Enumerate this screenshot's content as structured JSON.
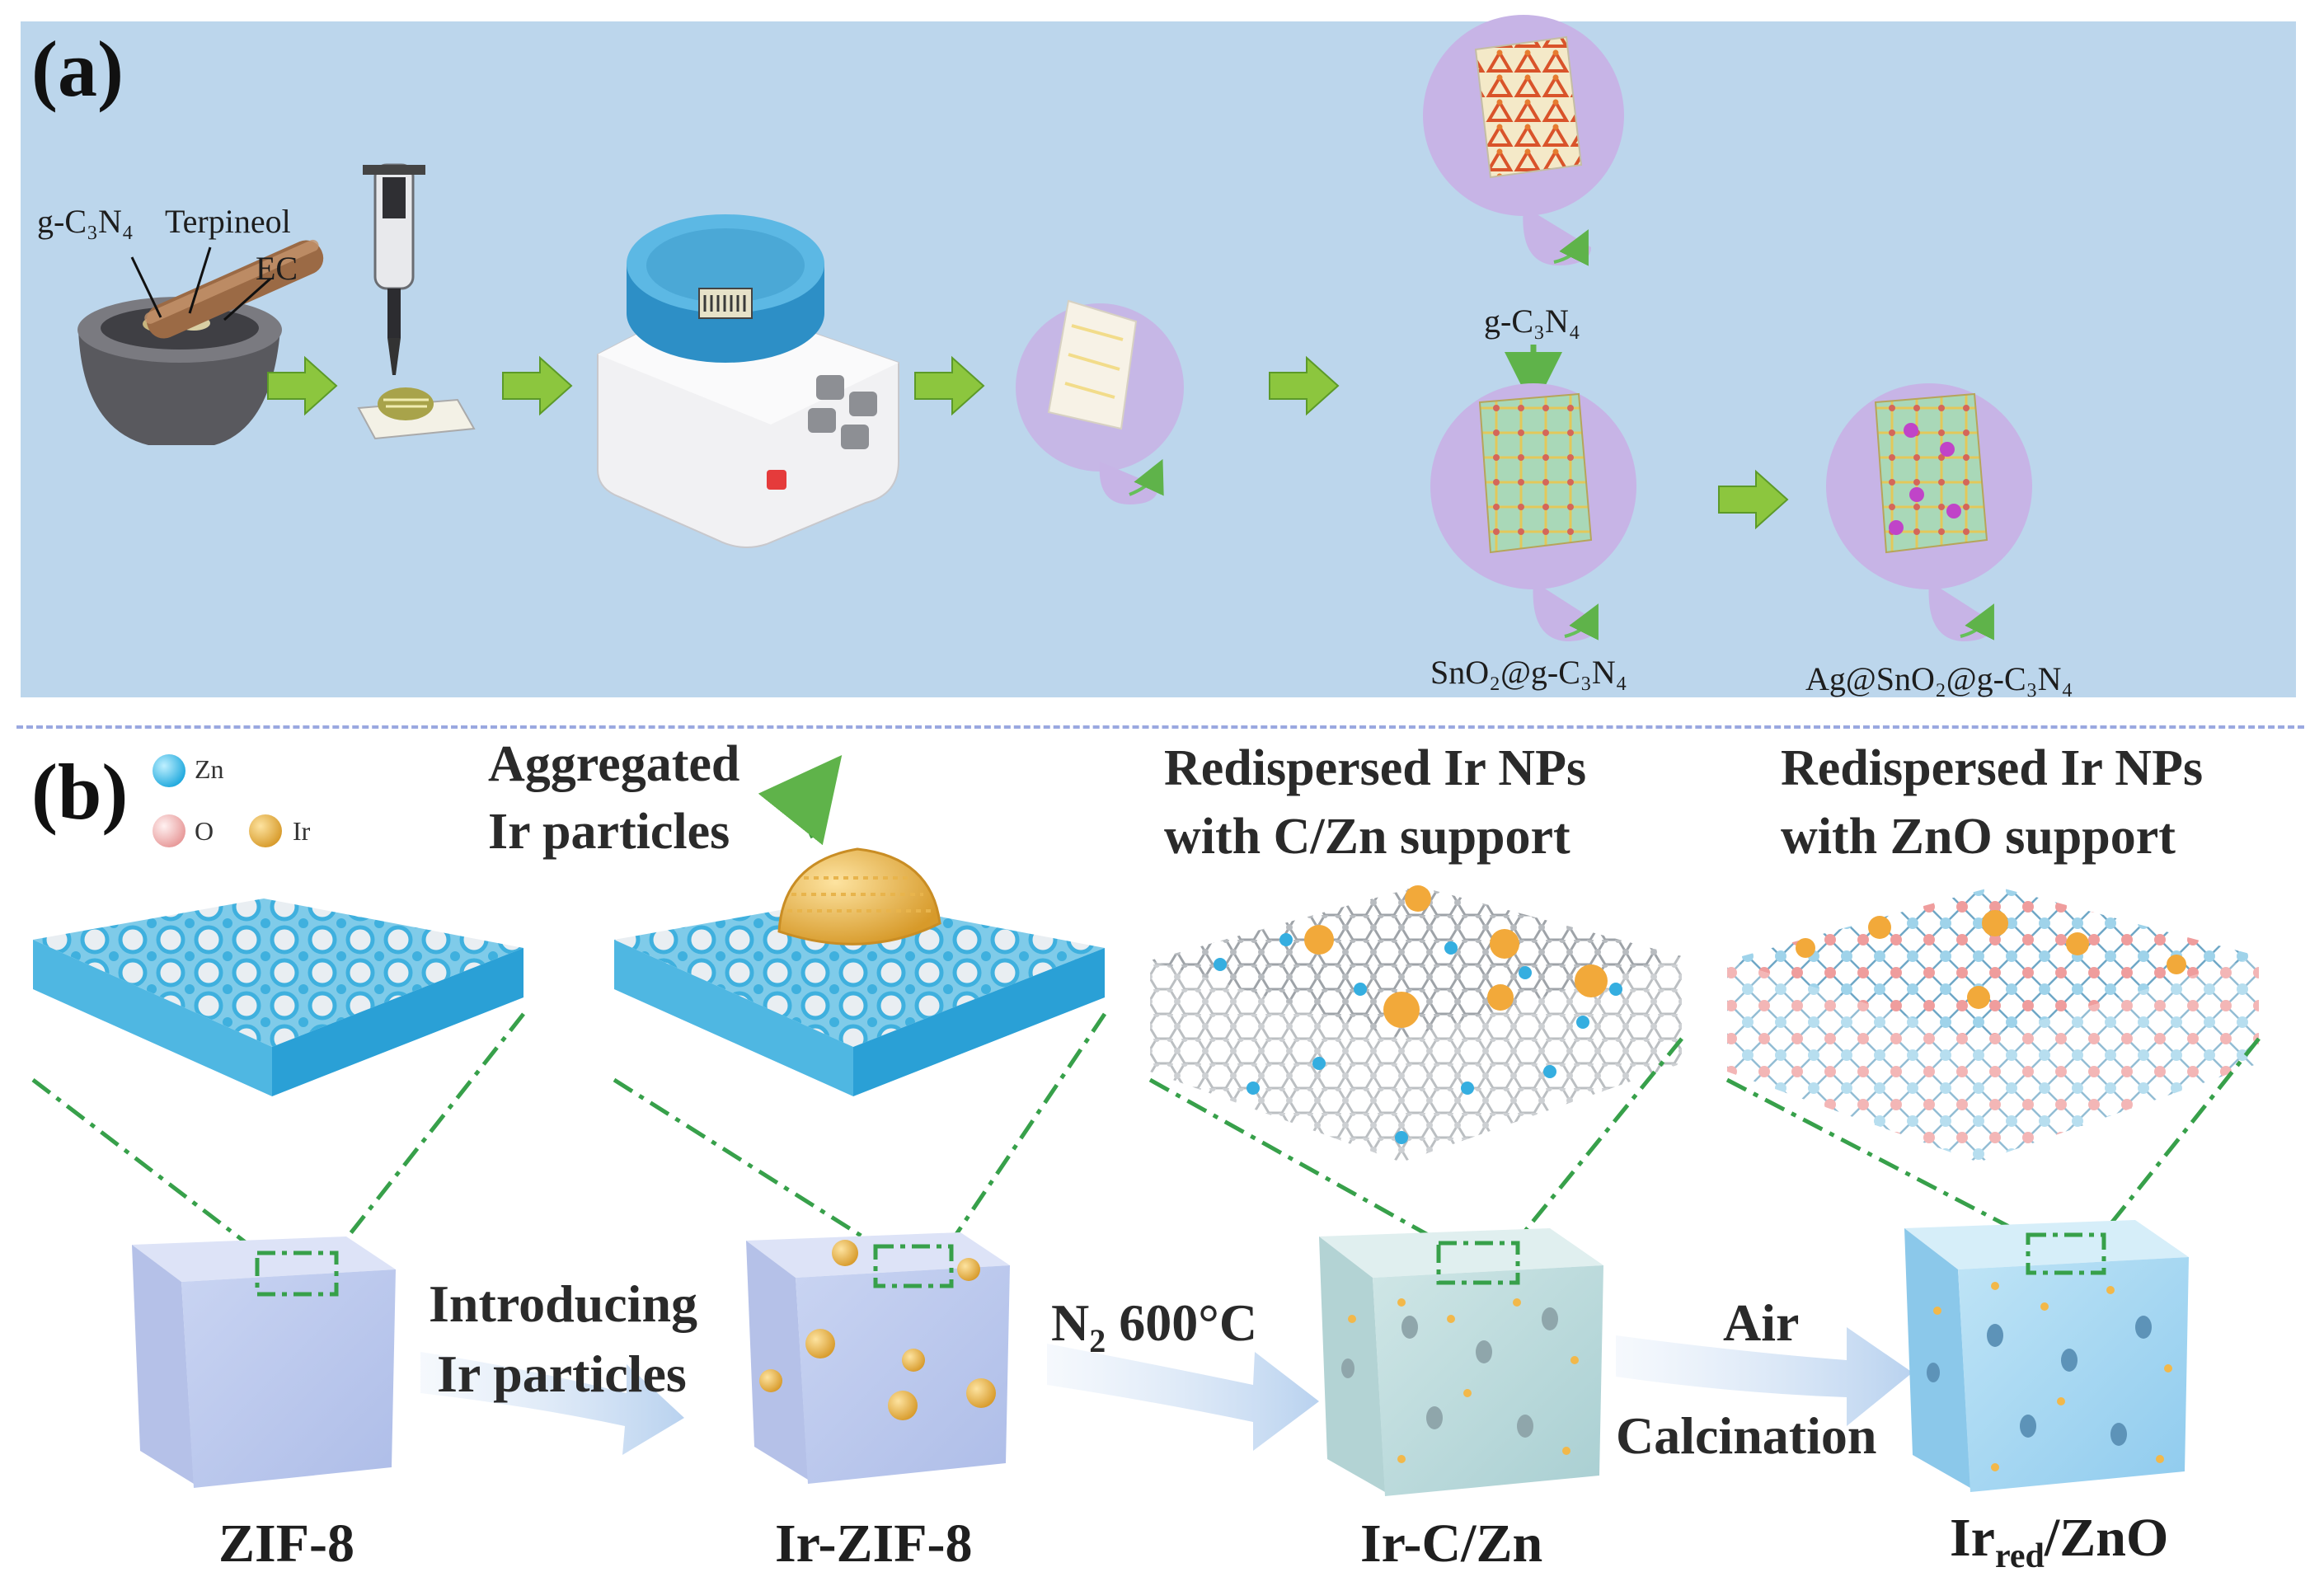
{
  "panel_a": {
    "letter": "(a)",
    "labels": {
      "gc3n4": "g-C₃N₄",
      "terpineol": "Terpineol",
      "ec": "EC",
      "gc3n4_step": "g-C₃N₄",
      "sno2_gc3n4": "SnO₂@g-C₃N₄",
      "ag_sno2_gc3n4": "Ag@SnO₂@g-C₃N₄"
    }
  },
  "panel_b": {
    "letter": "(b)",
    "legend": {
      "zn": "Zn",
      "o": "O",
      "ir": "Ir"
    },
    "headers": {
      "aggregated": [
        "Aggregated",
        "Ir particles"
      ],
      "czn_support": [
        "Redispersed Ir NPs",
        "with C/Zn support"
      ],
      "zno_support": [
        "Redispersed Ir NPs",
        "with ZnO support"
      ]
    },
    "steps": {
      "introducing": [
        "Introducing",
        "Ir particles"
      ],
      "n2": {
        "main": "N",
        "sub": "2",
        "rest": " 600°C"
      },
      "air": "Air",
      "calcination": "Calcination"
    },
    "captions": {
      "zif8": "ZIF-8",
      "ir_zif8": "Ir-ZIF-8",
      "ir_czn": "Ir-C/Zn",
      "irred_zno": {
        "main": "Ir",
        "sub": "red",
        "rest": "/ZnO"
      }
    }
  },
  "colors": {
    "panel_a_background": "#bcd6ec",
    "process_arrow_green": "#8cc63e",
    "zoom_line_green": "#37a04a",
    "zn_atom": "#1ea8dd",
    "o_atom": "#e79898",
    "ir_atom": "#d79a2a"
  }
}
